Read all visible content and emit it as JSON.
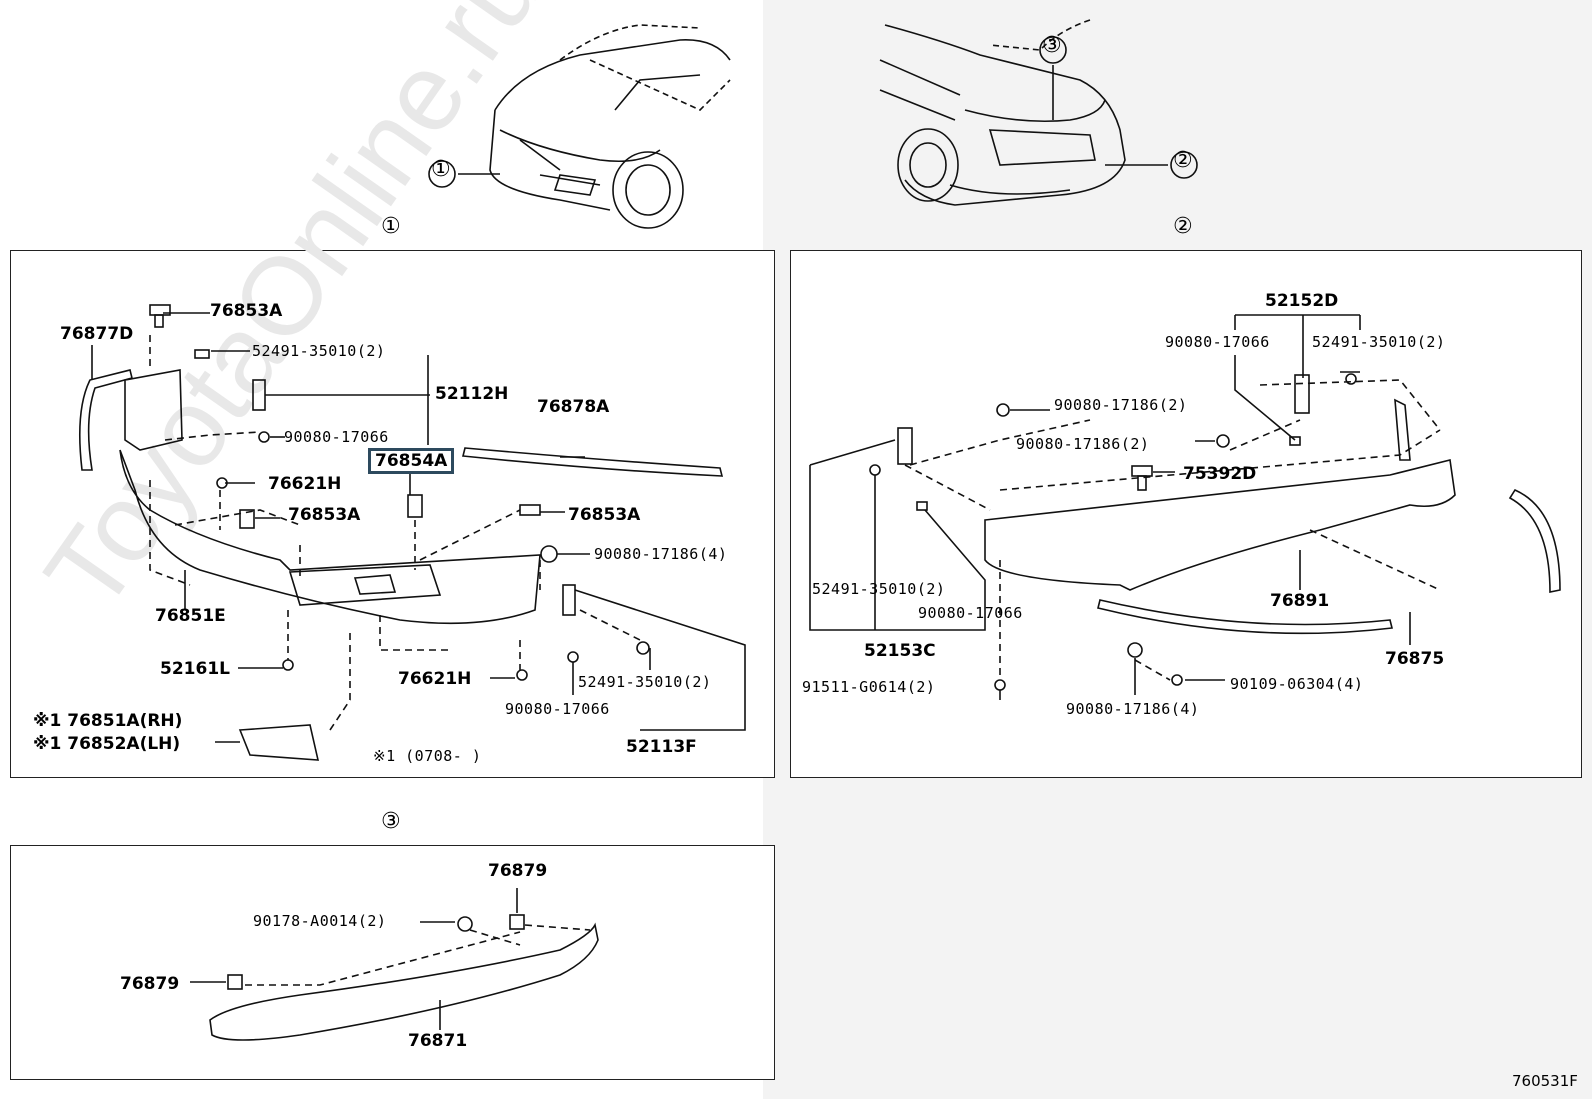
{
  "watermark": "ToyotaOnline.ru",
  "diagram_code": "760531F",
  "callouts": {
    "c1": "①",
    "c2": "②",
    "c3": "③"
  },
  "section1": {
    "title": "①",
    "labels": {
      "l76877D": "76877D",
      "l76853A_top": "76853A",
      "l52491_a": "52491-35010(2)",
      "l52112H": "52112H",
      "l76878A": "76878A",
      "l90080_a": "90080-17066",
      "l76854A": "76854A",
      "l76621H_a": "76621H",
      "l76853A_mid": "76853A",
      "l76853A_right": "76853A",
      "l90080_17186_4": "90080-17186(4)",
      "l76851E": "76851E",
      "l52161L": "52161L",
      "l76621H_b": "76621H",
      "l52491_b": "52491-35010(2)",
      "l90080_b": "90080-17066",
      "l52113F": "52113F",
      "l76851A": "※1 76851A(RH)",
      "l76852A": "※1 76852A(LH)",
      "l_note": "※1 (0708-      )"
    }
  },
  "section2": {
    "title": "②",
    "labels": {
      "l52152D": "52152D",
      "l90080_c": "90080-17066",
      "l52491_c": "52491-35010(2)",
      "l90080_17186_2a": "90080-17186(2)",
      "l90080_17186_2b": "90080-17186(2)",
      "l75392D": "75392D",
      "l52491_d": "52491-35010(2)",
      "l90080_d": "90080-17066",
      "l52153C": "52153C",
      "l76891": "76891",
      "l76875": "76875",
      "l91511": "91511-G0614(2)",
      "l90109": "90109-06304(4)",
      "l90080_17186_4b": "90080-17186(4)"
    }
  },
  "section3": {
    "title": "③",
    "labels": {
      "l76879_a": "76879",
      "l90178": "90178-A0014(2)",
      "l76879_b": "76879",
      "l76871": "76871"
    }
  }
}
